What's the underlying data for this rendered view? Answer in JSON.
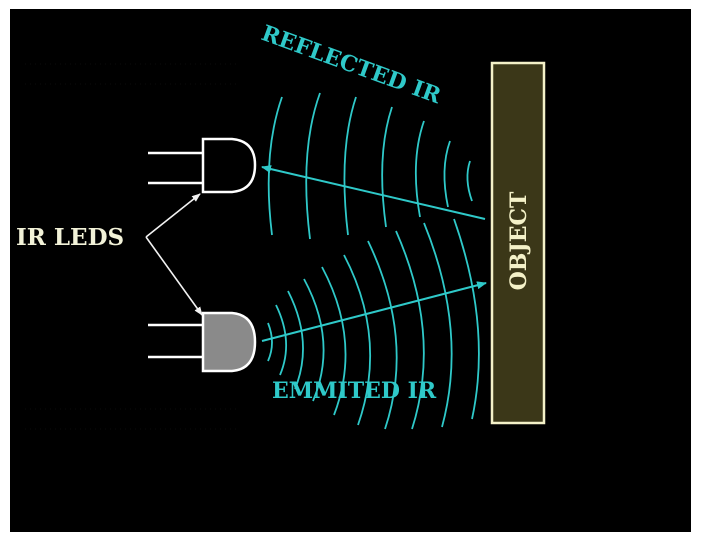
{
  "labels": {
    "reflected": "REFLECTED IR",
    "emitted": "EMMITED IR",
    "leds": "IR LEDS",
    "object": "OBJECT"
  },
  "colors": {
    "background": "#000000",
    "wave": "#2fc9c9",
    "led_outline": "#ffffff",
    "receiver_led_fill": "#000000",
    "emitter_led_fill": "#8a8a8a",
    "object_fill": "#3b3718",
    "object_border": "#f4f1c8"
  },
  "icons": {
    "receiver": "ir-led-receiver-icon",
    "emitter": "ir-led-emitter-icon"
  }
}
